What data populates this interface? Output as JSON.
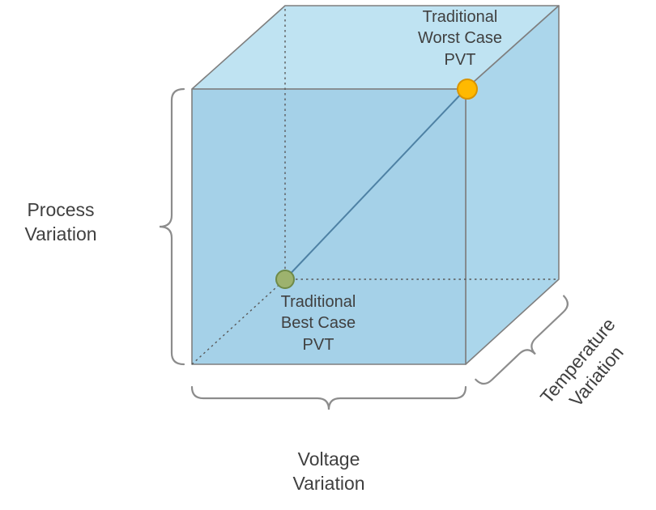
{
  "diagram": {
    "labels": {
      "worst_case": "Traditional\nWorst Case\nPVT",
      "best_case": "Traditional\nBest Case\nPVT",
      "process": "Process\nVariation",
      "voltage": "Voltage\nVariation",
      "temperature": "Temperature\nVariation"
    },
    "colors": {
      "top_face": "#BFE3F2",
      "front_face": "#A5D1E8",
      "right_face": "#ABD6EB",
      "edge": "#7F7F7F",
      "hidden_edge": "#595959",
      "diagonal_line": "#4E81A4",
      "worst_case_dot": "#FFB900",
      "worst_case_dot_border": "#D99400",
      "best_case_dot": "#9DB26E",
      "best_case_dot_border": "#6E8A48",
      "brace": "#8C8C8C",
      "text": "#404040"
    }
  }
}
